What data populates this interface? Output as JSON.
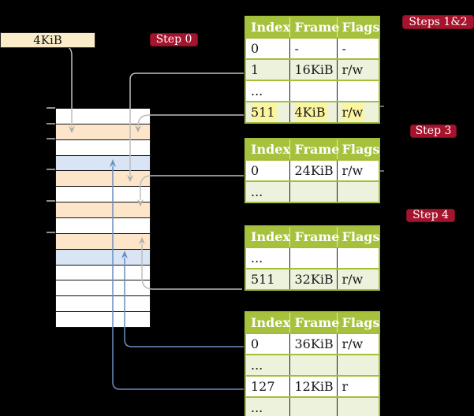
{
  "frame_label": {
    "text": "4KiB"
  },
  "badges": {
    "step0": "Step 0",
    "steps12": "Steps 1&2",
    "step3": "Step 3",
    "step4": "Step 4"
  },
  "memory": {
    "rows": [
      "white",
      "peach",
      "white",
      "blue",
      "peach",
      "white",
      "peach",
      "white",
      "peach",
      "blue",
      "white",
      "white",
      "white",
      "white"
    ]
  },
  "tables": [
    {
      "id": "ptable-0",
      "headers": [
        "Index",
        "Frame",
        "Flags"
      ],
      "rows": [
        {
          "cells": [
            "0",
            "-",
            "-"
          ],
          "shade": false,
          "highlight": false
        },
        {
          "cells": [
            "1",
            "16KiB",
            "r/w"
          ],
          "shade": true,
          "highlight": false
        },
        {
          "cells": [
            "...",
            "",
            ""
          ],
          "shade": false,
          "highlight": false
        },
        {
          "cells": [
            "511",
            "4KiB",
            "r/w"
          ],
          "shade": true,
          "highlight": true
        }
      ]
    },
    {
      "id": "ptable-1",
      "headers": [
        "Index",
        "Frame",
        "Flags"
      ],
      "rows": [
        {
          "cells": [
            "0",
            "24KiB",
            "r/w"
          ],
          "shade": false,
          "highlight": false
        },
        {
          "cells": [
            "...",
            "",
            ""
          ],
          "shade": true,
          "highlight": false
        }
      ]
    },
    {
      "id": "ptable-2",
      "headers": [
        "Index",
        "Frame",
        "Flags"
      ],
      "rows": [
        {
          "cells": [
            "...",
            "",
            ""
          ],
          "shade": false,
          "highlight": false
        },
        {
          "cells": [
            "511",
            "32KiB",
            "r/w"
          ],
          "shade": true,
          "highlight": false
        }
      ]
    },
    {
      "id": "ptable-3",
      "headers": [
        "Index",
        "Frame",
        "Flags"
      ],
      "rows": [
        {
          "cells": [
            "0",
            "36KiB",
            "r/w"
          ],
          "shade": false,
          "highlight": false
        },
        {
          "cells": [
            "...",
            "",
            ""
          ],
          "shade": true,
          "highlight": false
        },
        {
          "cells": [
            "127",
            "12KiB",
            "r"
          ],
          "shade": false,
          "highlight": false
        },
        {
          "cells": [
            "...",
            "",
            ""
          ],
          "shade": true,
          "highlight": false
        }
      ]
    }
  ],
  "colors": {
    "background": "#000000",
    "badge_red": "#A5132D",
    "table_olive": "#A6C23C",
    "table_row_shade": "#EDF2DC",
    "cell_highlight_yellow": "#FBF5A0",
    "frame_peach": "#FCE5C9",
    "frame_blue": "#D9E4F4",
    "label_cream": "#FAECC9",
    "arrow_gray": "#BDBDBD",
    "arrow_blue": "#6C8EBF"
  }
}
